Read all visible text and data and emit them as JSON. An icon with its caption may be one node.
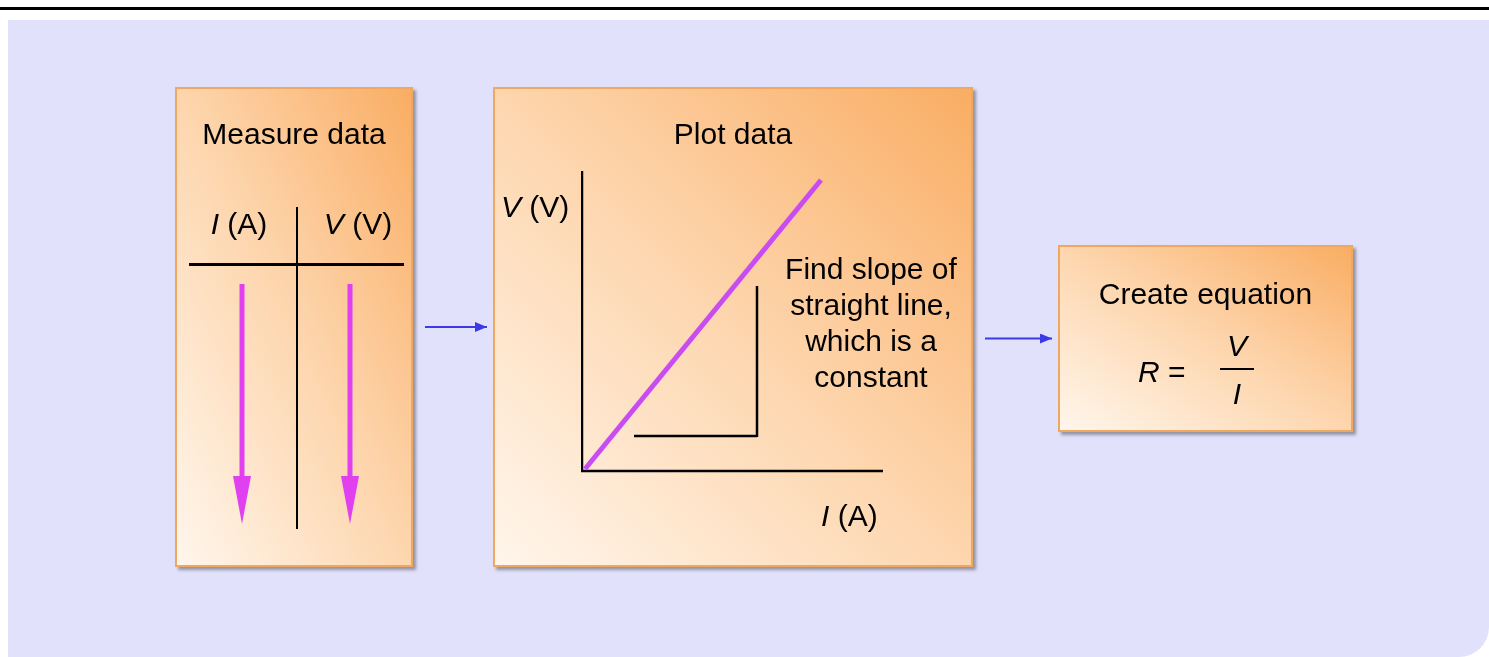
{
  "diagram": {
    "nodes": [
      {
        "text": [
          "Measure data",
          "*I* (A)",
          "*V* (V)"
        ]
      },
      {
        "text": [
          "Plot data",
          "*V* (V)",
          "Find slope of straight line, which is a constant",
          "*I* (A)"
        ]
      },
      {
        "text": [
          "Create equation",
          "*R* =",
          "V",
          "I"
        ]
      }
    ],
    "edges": [
      {
        "from": 0,
        "to": 1,
        "arrow": "to"
      },
      {
        "from": 1,
        "to": 2,
        "arrow": "to"
      }
    ]
  }
}
